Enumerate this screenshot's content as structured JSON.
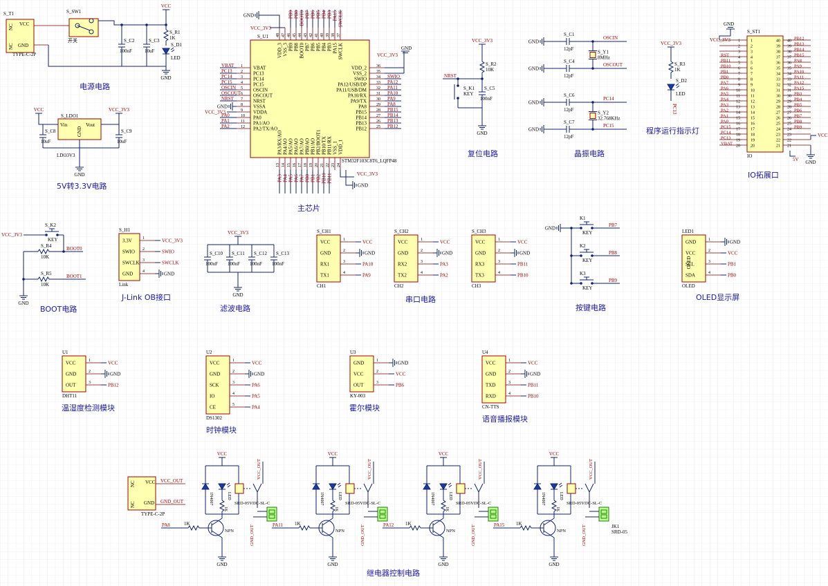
{
  "titles": {
    "power": "电源电路",
    "ldo": "5V转3.3V电路",
    "mcu": "主芯片",
    "reset": "复位电路",
    "crystal": "晶振电路",
    "indicator": "程序运行指示灯",
    "io": "IO拓展口",
    "boot": "BOOT电路",
    "jlink": "J-Link OB接口",
    "filter": "滤波电路",
    "uart": "串口电路",
    "keys": "按键电路",
    "oled": "OLED显示屏",
    "dht": "温湿度检测模块",
    "clock": "时钟模块",
    "hall": "霍尔模块",
    "voice": "语音播报模块",
    "relay": "继电器控制电路"
  },
  "power": {
    "usb_ref": "S_T1",
    "usb_part": "TYPE-C-2P",
    "usb_pin1": "VCC",
    "usb_pin2": "GND",
    "usb_nc": "NC",
    "sw_ref": "S_SW1",
    "sw_name": "开关",
    "c2": "S_C2",
    "c2v": "100nF",
    "c3": "S_C3",
    "c3v": "10uF",
    "r1": "S_R1",
    "r1v": "1K",
    "d1": "S_D1",
    "d1v": "LED",
    "vcc": "VCC",
    "gnd": "GND"
  },
  "ldo": {
    "ref": "S_LDO1",
    "part": "LDO3V3",
    "vin": "Vin",
    "vout": "Vout",
    "gndp": "GND",
    "c8": "S_C8",
    "c8v": "10uF",
    "c9": "S_C9",
    "c9v": "10uF",
    "vcc_in": "VCC",
    "vcc_out": "VCC_3V3",
    "gnd": "GND"
  },
  "mcu": {
    "ref": "S_U1",
    "part": "STM32F103C8T6_LQFP48",
    "left_nets": [
      "VBAT",
      "PC13",
      "PC14",
      "PC15",
      "OSCIN",
      "OSCOUT",
      "NRST",
      "GND",
      "VCC_3V3",
      "PA0",
      "PA1",
      "PA2"
    ],
    "left_pins": [
      "VBAT",
      "PC13",
      "PC14",
      "PC15",
      "OSCIN",
      "OSCOUT",
      "NRST",
      "VSSA",
      "VDDA",
      "PA0",
      "PA1/AO",
      "PA2/TX/AO"
    ],
    "left_nums": [
      "1",
      "2",
      "3",
      "4",
      "5",
      "6",
      "7",
      "8",
      "9",
      "10",
      "11",
      "12"
    ],
    "right_pins": [
      "VDD_2",
      "VSS_2",
      "SWIO",
      "PA12/USB/DP",
      "PA11/USB/DM",
      "PA10/RX",
      "PA9/TX",
      "PA8",
      "PB15",
      "PB14",
      "PB13",
      "PB12"
    ],
    "right_nums": [
      "36",
      "35",
      "34",
      "33",
      "32",
      "31",
      "30",
      "29",
      "28",
      "27",
      "26",
      "25"
    ],
    "right_nets": [
      "",
      "",
      "SWIO",
      "PA12",
      "PA11",
      "PA10",
      "PA9",
      "PA8",
      "PB15",
      "PB14",
      "PB13",
      "PB12"
    ],
    "top_pins": [
      "VDD_3",
      "VSS_3",
      "PB9",
      "PB8",
      "BOOT0",
      "PB7",
      "PB6",
      "PB5",
      "PB4",
      "PB3",
      "PA15",
      "SWCLK"
    ],
    "top_nums": [
      "48",
      "47",
      "46",
      "45",
      "44",
      "43",
      "42",
      "41",
      "40",
      "39",
      "38",
      "37"
    ],
    "top_nets": [
      "",
      "",
      "PB9",
      "PB8",
      "BOOT0",
      "PB7",
      "PB6",
      "PB5",
      "PB4",
      "PB3",
      "PA15",
      "SWCLK"
    ],
    "bottom_pins": [
      "PA3/RX/AO",
      "PA4/AO",
      "PA5/AO",
      "PA6/AO",
      "PA7/AO",
      "PB0/AO",
      "PB1/AO",
      "PB2/BOOT1",
      "PB10/TX",
      "PB11/RX",
      "VSS_1",
      "VDD_1"
    ],
    "bottom_nums": [
      "13",
      "14",
      "15",
      "16",
      "17",
      "18",
      "19",
      "20",
      "21",
      "22",
      "23",
      "24"
    ],
    "bottom_nets": [
      "PA3",
      "PA4",
      "PA5",
      "PA6",
      "PA7",
      "PB0",
      "PB1",
      "PB2",
      "PB10",
      "PB11",
      "",
      ""
    ],
    "vcc_top": "VCC_3V3",
    "gnd_top": "GND",
    "vcc_right": "VCC_3V3",
    "gnd": "GND"
  },
  "reset": {
    "vcc": "VCC_3V3",
    "r2": "S_R2",
    "r2v": "10K",
    "net": "NRST",
    "k": "S_K1",
    "kv": "KEY",
    "c5": "S_C5",
    "c5v": "100nF",
    "gnd": "GND"
  },
  "crystal": {
    "c1": "S_C1",
    "c1v": "12pF",
    "c4": "S_C4",
    "c4v": "12pF",
    "y1": "S_Y1",
    "y1v": "8MHz",
    "c6": "S_C6",
    "c6v": "12pF",
    "c7": "S_C7",
    "c7v": "12pF",
    "y2": "S_Y2",
    "y2v": "32.768KHz",
    "n1": "OSCIN",
    "n2": "OSCOUT",
    "n3": "PC14",
    "n4": "PC15",
    "gnd": "GND"
  },
  "indicator": {
    "vcc": "VCC_3V3",
    "r": "S_R3",
    "rv": "1K",
    "d": "S_D2",
    "dv": "LED",
    "net": "PC13"
  },
  "io": {
    "ref": "S_ST1",
    "name": "IO",
    "gnd": "GND",
    "vcc": "VCC_3V3",
    "v5": "5V",
    "vcc_r": "VCC",
    "left_nets": [
      "",
      "",
      "",
      "RST",
      "PB11",
      "PB10",
      "PB1",
      "PB0",
      "PA7",
      "PA6",
      "PA5",
      "PA4",
      "PA3",
      "PA2",
      "PA1",
      "PA0",
      "PC15",
      "PC14",
      "PC13",
      "VBAT"
    ],
    "left_nums": [
      "1",
      "2",
      "3",
      "4",
      "5",
      "6",
      "7",
      "8",
      "9",
      "10",
      "11",
      "12",
      "13",
      "14",
      "15",
      "16",
      "17",
      "18",
      "19",
      "20"
    ],
    "right_nums": [
      "40",
      "39",
      "38",
      "37",
      "36",
      "35",
      "34",
      "33",
      "32",
      "31",
      "30",
      "29",
      "28",
      "27",
      "26",
      "25",
      "24",
      "23",
      "22",
      "21"
    ],
    "right_nets": [
      "PB12",
      "PB13",
      "PB14",
      "PB15",
      "PA8",
      "PA9",
      "PA10",
      "PA11",
      "PA12",
      "PA15",
      "PB3",
      "PB4",
      "PB5",
      "PB6",
      "PB7",
      "PB8",
      "PB9",
      "",
      "",
      ""
    ]
  },
  "boot": {
    "vcc": "VCC_3V3",
    "k": "S_K2",
    "kv": "KEY",
    "r4": "S_R4",
    "r4v": "10K",
    "r5": "S_R5",
    "r5v": "10K",
    "n0": "BOOT0",
    "n1": "BOOT1",
    "gnd": "GND"
  },
  "jlink": {
    "ref": "S_H1",
    "name": "Link",
    "pins": [
      "3.3V",
      "SWIO",
      "SWCLK",
      "GND"
    ],
    "nums": [
      "1",
      "2",
      "3",
      "4"
    ],
    "nets": [
      "VCC_3V3",
      "SWIO",
      "SWCLK",
      "GND"
    ]
  },
  "filter": {
    "vcc": "VCC_3V3",
    "refs": [
      "S_C10",
      "S_C11",
      "S_C12",
      "S_C13"
    ],
    "vals": [
      "100nF",
      "100nF",
      "100nF",
      "100nF"
    ],
    "gnd": "GND"
  },
  "uart": [
    {
      "ref": "S_CH1",
      "name": "CH1",
      "pins": [
        "VCC",
        "GND",
        "RX1",
        "TX1"
      ],
      "nets": [
        "VCC",
        "GND",
        "PA10",
        "PA9"
      ]
    },
    {
      "ref": "S_CH2",
      "name": "CH2",
      "pins": [
        "VCC",
        "GND",
        "RX2",
        "TX2"
      ],
      "nets": [
        "VCC",
        "GND",
        "PA3",
        "PA2"
      ]
    },
    {
      "ref": "S_CH3",
      "name": "CH3",
      "pins": [
        "VCC",
        "GND",
        "RX3",
        "TX3"
      ],
      "nets": [
        "VCC",
        "GND",
        "PB11",
        "PB10"
      ]
    }
  ],
  "nums4": [
    "1",
    "2",
    "3",
    "4"
  ],
  "nums5": [
    "1",
    "2",
    "3",
    "4",
    "5"
  ],
  "keys": {
    "gnd": "GND",
    "refs": [
      "K1",
      "K2",
      "K3"
    ],
    "vals": [
      "KEY",
      "KEY",
      "KEY"
    ],
    "nets": [
      "PB7",
      "PB8",
      "PB9"
    ]
  },
  "oled": {
    "ref": "LED1",
    "name": "OLED",
    "label": "OLED",
    "pins": [
      "GND",
      "VCC",
      "SCL",
      "SDA"
    ],
    "nets": [
      "GND",
      "VCC",
      "PB1",
      "PB0"
    ]
  },
  "dht": {
    "ref": "U1",
    "name": "DHT11",
    "pins": [
      "VCC",
      "GND",
      "OUT"
    ],
    "nets": [
      "VCC",
      "GND",
      "PB12"
    ]
  },
  "rtc": {
    "ref": "U2",
    "name": "DS1302",
    "pins": [
      "VCC",
      "GND",
      "SCK",
      "IO",
      "CE"
    ],
    "nets": [
      "VCC",
      "GND",
      "PA6",
      "PA5",
      "PA4"
    ]
  },
  "hall": {
    "ref": "U3",
    "name": "KY-003",
    "pins": [
      "GND",
      "VCC",
      "OUT"
    ],
    "nets": [
      "GND",
      "VCC",
      "PB6"
    ]
  },
  "voice": {
    "ref": "U4",
    "name": "CN-TTS",
    "pins": [
      "VCC",
      "GND",
      "TXD",
      "RXD"
    ],
    "nets": [
      "VCC",
      "GND",
      "PB11",
      "PB10"
    ]
  },
  "relay": {
    "usb_part": "TYPE-C-2P",
    "usb_pin1": "VCC",
    "usb_pin2": "GND",
    "usb_nc": "NC",
    "vcc_out": "VCC_OUT",
    "gnd_out": "GND_OUT",
    "ch": [
      {
        "net": "PA8",
        "relay": "SRD-05VDC-SL-C",
        "conn": ""
      },
      {
        "net": "PA11",
        "relay": "SRD-05VDC-SL-C",
        "conn": ""
      },
      {
        "net": "PA12",
        "relay": "SRD-05VDC-SL-C",
        "conn": ""
      },
      {
        "net": "PA15",
        "relay": "SRD-05VDC-SL-C",
        "conn": "JK1"
      }
    ],
    "r": "1K",
    "rled": "1K",
    "led": "LED",
    "diode": "1N4007",
    "npn": "NPN",
    "vcc": "VCC",
    "gnd": "GND",
    "conn_part": "SRD-05"
  }
}
